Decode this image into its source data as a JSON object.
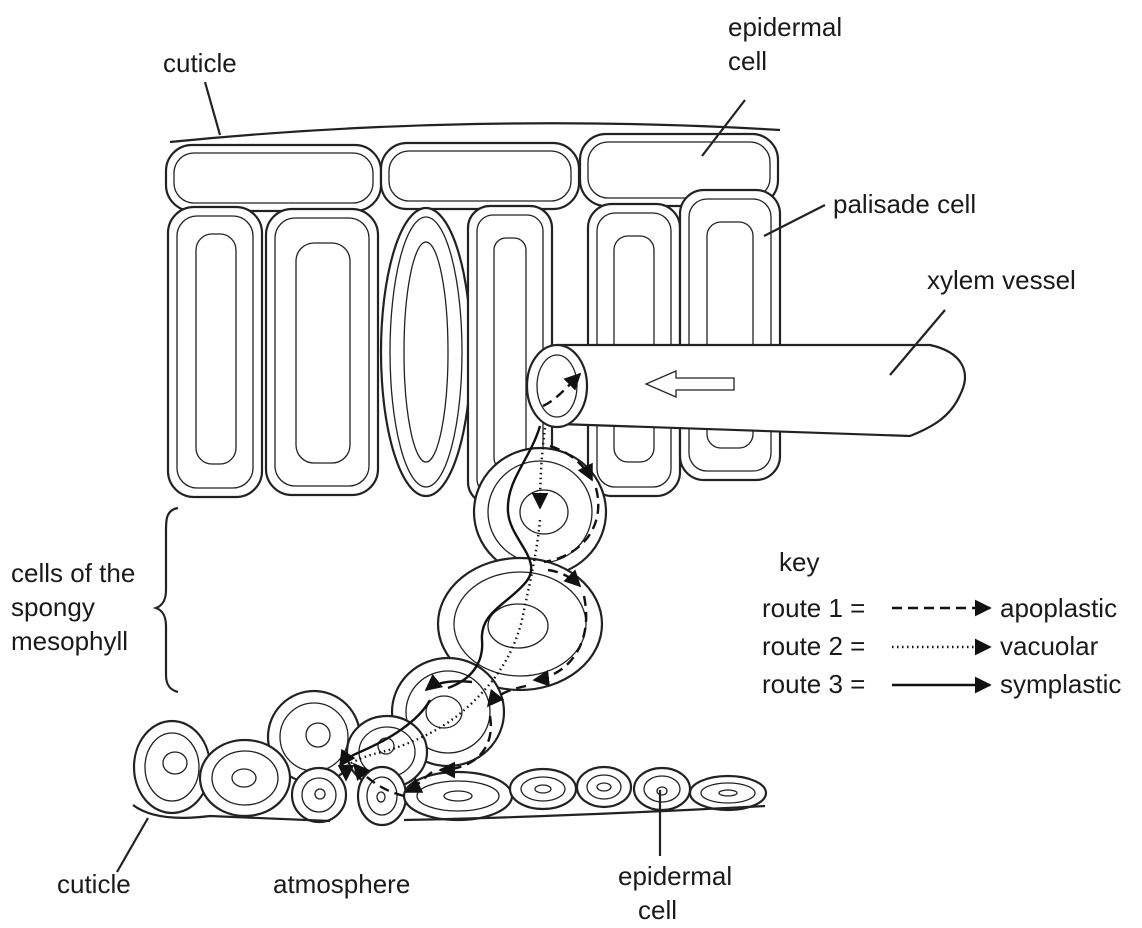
{
  "labels": {
    "cuticle_top": "cuticle",
    "epidermal_top_1": "epidermal",
    "epidermal_top_2": "cell",
    "palisade": "palisade cell",
    "xylem": "xylem vessel",
    "spongy_1": "cells of the",
    "spongy_2": "spongy",
    "spongy_3": "mesophyll",
    "cuticle_bottom": "cuticle",
    "atmosphere": "atmosphere",
    "epidermal_bottom_1": "epidermal",
    "epidermal_bottom_2": "cell"
  },
  "key": {
    "title": "key",
    "routes": [
      {
        "label": "route 1 =",
        "name": "apoplastic",
        "style": "dashed"
      },
      {
        "label": "route 2 =",
        "name": "vacuolar",
        "style": "dotted"
      },
      {
        "label": "route 3 =",
        "name": "symplastic",
        "style": "solid"
      }
    ]
  }
}
